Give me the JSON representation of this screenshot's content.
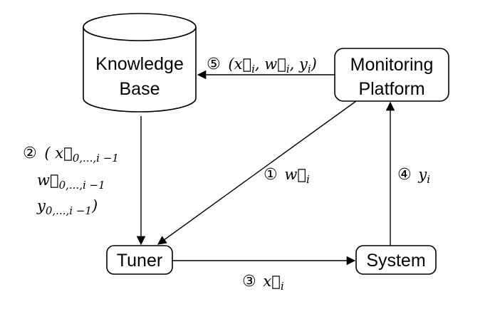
{
  "nodes": {
    "knowledge_base": {
      "line1": "Knowledge",
      "line2": "Base"
    },
    "monitoring_platform": {
      "line1": "Monitoring",
      "line2": "Platform"
    },
    "tuner": {
      "label": "Tuner"
    },
    "system": {
      "label": "System"
    }
  },
  "edges": {
    "e1": {
      "num": "①",
      "expr": "w⃗",
      "sub": "i"
    },
    "e2": {
      "num": "②",
      "line1": "( x⃗",
      "line1_sub": "0,...,i −1",
      "line2": "w⃗",
      "line2_sub": "0,...,i −1",
      "line3": "y",
      "line3_sub": "0,...,i −1",
      "close": ")"
    },
    "e3": {
      "num": "③",
      "expr": "x⃗",
      "sub": "i"
    },
    "e4": {
      "num": "④",
      "expr": "y",
      "sub": "i"
    },
    "e5": {
      "num": "⑤",
      "text": "(x⃗",
      "sub_a": "i",
      "mid": ", w⃗",
      "sub_b": "i",
      "comma": ",",
      "y": " y",
      "sub_c": "i",
      "close": ")"
    }
  }
}
